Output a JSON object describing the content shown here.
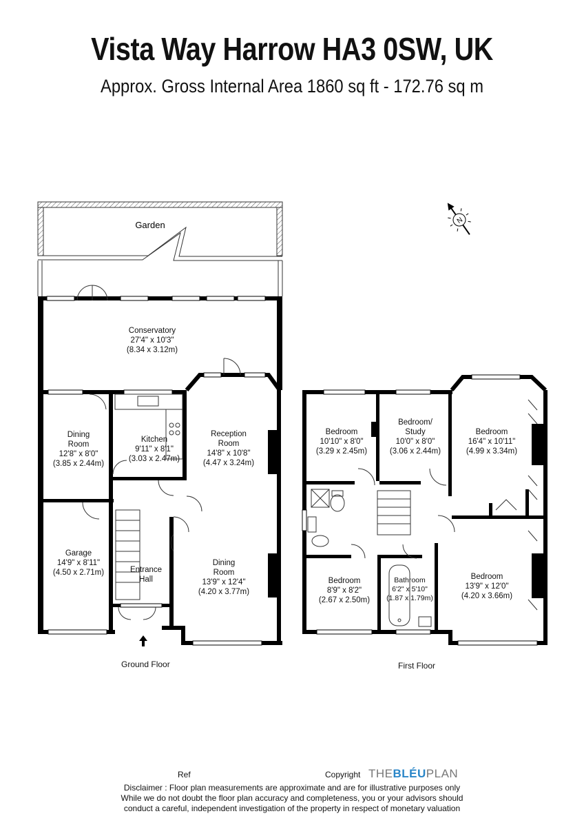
{
  "header": {
    "title": "Vista Way Harrow HA3 0SW, UK",
    "subtitle": "Approx. Gross Internal Area 1860 sq ft - 172.76 sq m"
  },
  "garden": {
    "label": "Garden"
  },
  "ground_floor": {
    "label": "Ground Floor",
    "rooms": {
      "conservatory": {
        "name": "Conservatory",
        "imperial": "27'4\" x 10'3\"",
        "metric": "(8.34 x 3.12m)"
      },
      "dining_left": {
        "name_line1": "Dining",
        "name_line2": "Room",
        "imperial": "12'8\" x 8'0\"",
        "metric": "(3.85 x 2.44m)"
      },
      "kitchen": {
        "name": "Kitchen",
        "imperial": "9'11\" x 8'1\"",
        "metric": "(3.03 x 2.47m)"
      },
      "reception": {
        "name_line1": "Reception",
        "name_line2": "Room",
        "imperial": "14'8\" x 10'8\"",
        "metric": "(4.47 x 3.24m)"
      },
      "garage": {
        "name": "Garage",
        "imperial": "14'9\" x 8'11\"",
        "metric": "(4.50 x 2.71m)"
      },
      "entrance": {
        "name_line1": "Entrance",
        "name_line2": "Hall"
      },
      "dining_right": {
        "name_line1": "Dining",
        "name_line2": "Room",
        "imperial": "13'9\" x 12'4\"",
        "metric": "(4.20 x 3.77m)"
      }
    }
  },
  "first_floor": {
    "label": "First Floor",
    "rooms": {
      "bedroom1": {
        "name": "Bedroom",
        "imperial": "10'10\" x 8'0\"",
        "metric": "(3.29 x 2.45m)"
      },
      "study": {
        "name_line1": "Bedroom/",
        "name_line2": "Study",
        "imperial": "10'0\" x 8'0\"",
        "metric": "(3.06 x 2.44m)"
      },
      "bedroom2": {
        "name": "Bedroom",
        "imperial": "16'4\" x 10'11\"",
        "metric": "(4.99 x 3.34m)"
      },
      "bedroom3": {
        "name": "Bedroom",
        "imperial": "8'9\" x 8'2\"",
        "metric": "(2.67 x 2.50m)"
      },
      "bathroom": {
        "name": "Bathroom",
        "imperial": "6'2\" x 5'10\"",
        "metric": "(1.87 x 1.79m)"
      },
      "bedroom4": {
        "name": "Bedroom",
        "imperial": "13'9\" x 12'0\"",
        "metric": "(4.20 x 3.66m)"
      }
    }
  },
  "compass": {
    "icon": "north-arrow-icon",
    "letter": "N"
  },
  "footer": {
    "ref_label": "Ref",
    "copyright_label": "Copyright",
    "brand_prefix": "THE",
    "brand_highlight": "BLÉU",
    "brand_suffix": "PLAN",
    "disclaimer_line1": "Disclaimer : Floor plan measurements are approximate and are for illustrative purposes only",
    "disclaimer_line2": "While we do not doubt the floor plan accuracy and completeness, you or your advisors should",
    "disclaimer_line3": "conduct a careful, independent investigation of the property in respect of monetary valuation"
  },
  "colors": {
    "wall": "#000000",
    "brand_blue": "#2a86c8",
    "brand_grey": "#777777"
  }
}
